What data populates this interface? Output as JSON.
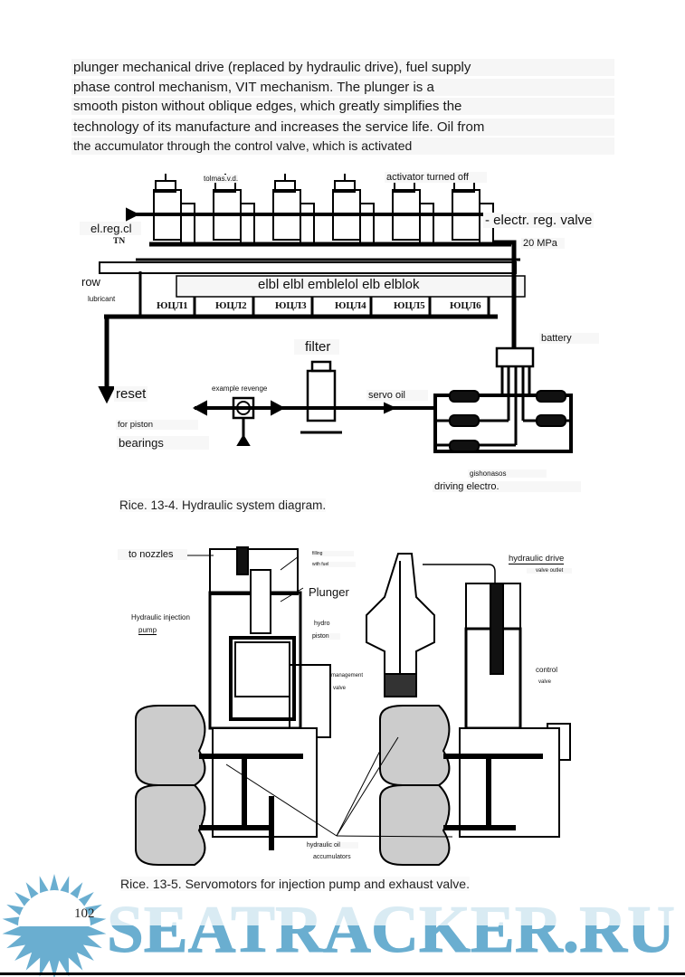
{
  "body_text": {
    "lines": [
      "plunger mechanical drive (replaced by hydraulic drive), fuel supply",
      "phase control mechanism, VIT mechanism. The plunger is a",
      "smooth piston without oblique edges, which greatly simplifies the",
      "technology of its manufacture and increases the service life. Oil from",
      "the accumulator through the control valve, which is activated"
    ]
  },
  "figure_13_4": {
    "labels": {
      "tolmas": "tolmas.v.d.",
      "activator": "activator turned off",
      "el_reg": "el.reg.cl",
      "tn": "TN",
      "electr_valve": "- electr. reg. valve",
      "pressure": "20 MPa",
      "row": "row",
      "lubricant": "lubricant",
      "block": "elbl elbl emblelol elb elblok",
      "cyl_1": "ЮЦЛ1",
      "cyl_2": "ЮЦЛ2",
      "cyl_3": "ЮЦЛ3",
      "cyl_4": "ЮЦЛ4",
      "cyl_5": "ЮЦЛ5",
      "cyl_6": "ЮЦЛ6",
      "filter": "filter",
      "battery": "battery",
      "reset": "reset",
      "example": "example revenge",
      "servo_oil": "servo oil",
      "for_piston": "for piston",
      "bearings": "bearings",
      "gishonasos": "gishonasos",
      "driving": "driving electro."
    },
    "caption": "Rice. 13-4. Hydraulic system diagram."
  },
  "figure_13_5": {
    "labels": {
      "to_nozzles": "to nozzles",
      "filling": "filling",
      "with_fuel": "with fuel",
      "plunger": "Plunger",
      "hyd_pump_1": "Hydraulic injection",
      "hyd_pump_2": "pump",
      "hydro": "hydro",
      "piston": "piston",
      "management": "management",
      "valve": "valve",
      "hyd_drive": "hydraulic drive",
      "valve_outlet": "valve outlet",
      "control": "control",
      "control_valve": "valve",
      "oil": "hydraulic oil",
      "accumulators": "accumulators"
    },
    "caption": "Rice. 13-5. Servomotors for injection pump and exhaust valve."
  },
  "footer": {
    "page_number": "102",
    "watermark": "SEATRACKER.RU",
    "watermark_color": "#6aaed0"
  }
}
